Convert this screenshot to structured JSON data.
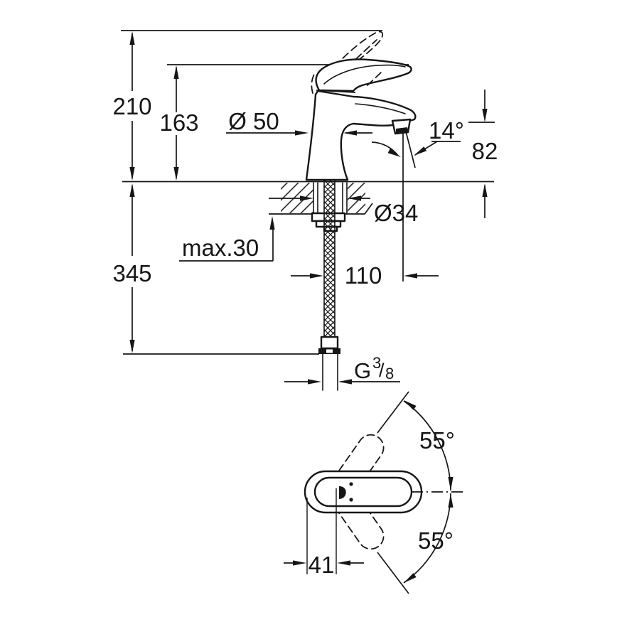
{
  "drawing": {
    "title": "Single-lever basin mixer faucet dimensional drawing",
    "views": [
      "side-elevation-with-mounting-section",
      "handle-top-view-swivel-range"
    ],
    "line_color": "#161616",
    "background_color": "#ffffff"
  },
  "dims": {
    "overall_height": "210",
    "lever_height": "163",
    "base_diameter": "Ø 50",
    "spout_angle": "14°",
    "spout_height": "82",
    "hole_diameter": "Ø34",
    "max_deck_thickness": "max.30",
    "hose_drop": "345",
    "hose_offset": "110",
    "thread_letter": "G",
    "thread_numerator": "3",
    "thread_slash": "/",
    "thread_denominator": "8",
    "swivel_upper": "55°",
    "swivel_lower": "55°",
    "handle_offset": "41"
  }
}
